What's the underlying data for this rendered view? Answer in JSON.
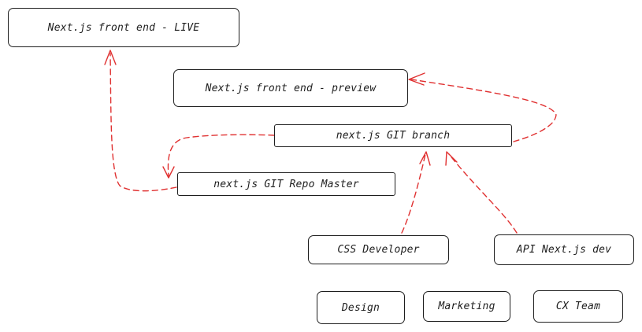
{
  "colors": {
    "stroke": "#1e1e1e",
    "arrow": "#e03131",
    "background": "#ffffff"
  },
  "nodes": {
    "live": "Next.js front end - LIVE",
    "preview": "Next.js front end - preview",
    "branch": "next.js GIT branch",
    "master": "next.js GIT Repo Master",
    "css_dev": "CSS Developer",
    "api_dev": "API Next.js dev",
    "design": "Design",
    "marketing": "Marketing",
    "cx_team": "CX Team"
  },
  "connections": [
    {
      "from": "css_dev",
      "to": "branch",
      "style": "dashed"
    },
    {
      "from": "api_dev",
      "to": "branch",
      "style": "dashed"
    },
    {
      "from": "branch",
      "to": "preview",
      "style": "dashed"
    },
    {
      "from": "branch",
      "to": "master",
      "style": "dashed"
    },
    {
      "from": "master",
      "to": "live",
      "style": "dashed"
    }
  ]
}
